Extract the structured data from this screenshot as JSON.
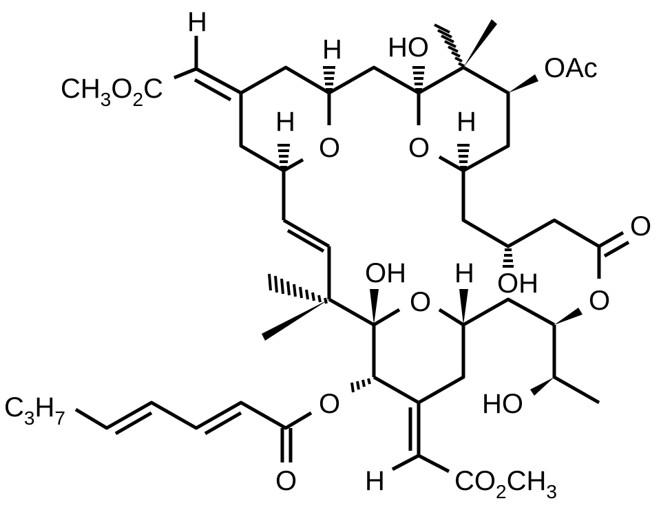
{
  "diagram": {
    "type": "chemical-structure",
    "background": "#ffffff",
    "stroke_color": "#000000",
    "labels": {
      "top_h": "H",
      "ester_left": {
        "a": "CH",
        "b": "3",
        "c": "O",
        "d": "2",
        "e": "C"
      },
      "h_ring1_top": "H",
      "h_ring1_bottom": "H",
      "o_ring1": "O",
      "ho_top": "HO",
      "o_ring2": "O",
      "h_ring2": "H",
      "oac": "OAc",
      "carbonyl_o_right": "O",
      "oh_mid": "OH",
      "o_ester_right": "O",
      "oh_ring3": "OH",
      "o_ring3": "O",
      "h_ring3": "H",
      "c3h7": {
        "a": "C",
        "b": "3",
        "c": "H",
        "d": "7"
      },
      "o_ester_left": "O",
      "carbonyl_o_bottom": "O",
      "ho_bottom": "HO",
      "h_bottom": "H",
      "ester_bottom": {
        "a": "CO",
        "b": "2",
        "c": "CH",
        "d": "3"
      }
    }
  }
}
